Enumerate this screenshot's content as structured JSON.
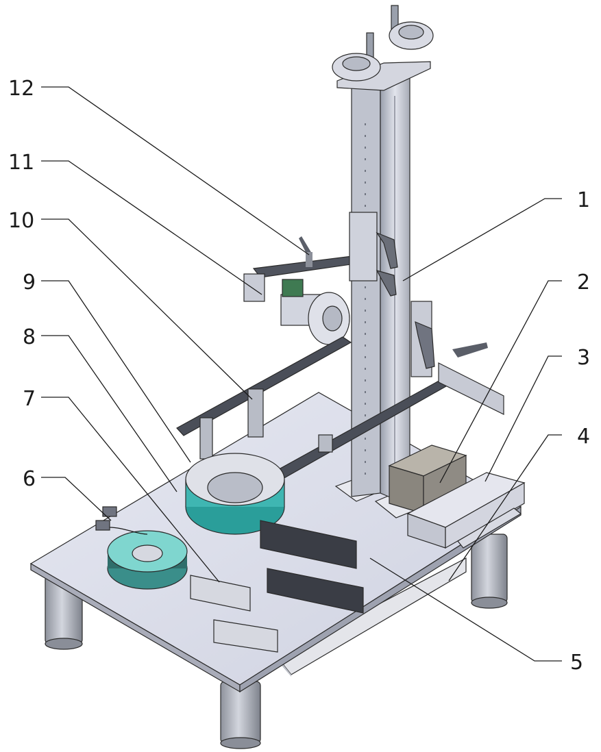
{
  "diagram": {
    "callouts": [
      {
        "id": "1",
        "text": "1"
      },
      {
        "id": "2",
        "text": "2"
      },
      {
        "id": "3",
        "text": "3"
      },
      {
        "id": "4",
        "text": "4"
      },
      {
        "id": "5",
        "text": "5"
      },
      {
        "id": "6",
        "text": "6"
      },
      {
        "id": "7",
        "text": "7"
      },
      {
        "id": "8",
        "text": "8"
      },
      {
        "id": "9",
        "text": "9"
      },
      {
        "id": "10",
        "text": "10"
      },
      {
        "id": "11",
        "text": "11"
      },
      {
        "id": "12",
        "text": "12"
      }
    ],
    "colors": {
      "table_top": "#d9dbea",
      "legs": "#b8bcc6",
      "column": "#c7cad6",
      "ring_light": "#3fb6b2",
      "bar_light": "#3a3d45",
      "controller": "#8f8b84",
      "power_box": "#dcdee8"
    }
  }
}
